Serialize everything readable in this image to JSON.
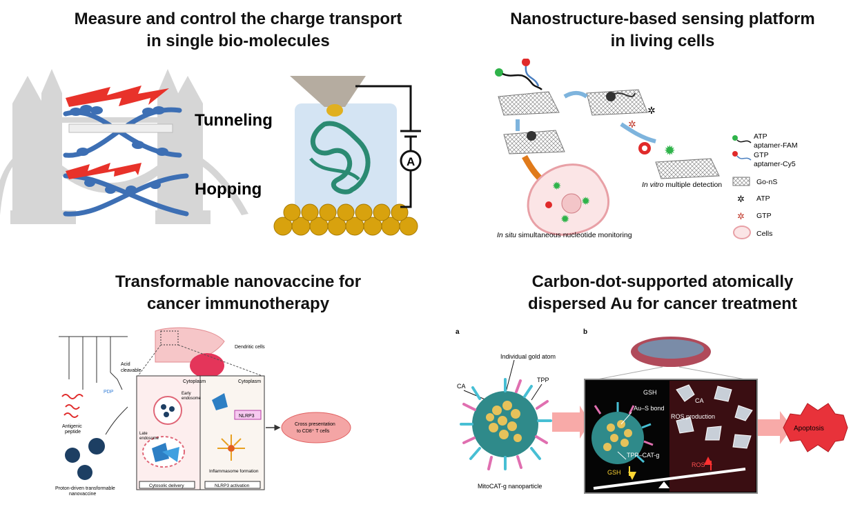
{
  "q1": {
    "title_l1": "Measure and control the charge transport",
    "title_l2": "in single bio-molecules",
    "tunneling": "Tunneling",
    "hopping": "Hopping",
    "meter": "A"
  },
  "q2": {
    "title_l1": "Nanostructure-based sensing platform",
    "title_l2": "in living cells",
    "insitu_a": "In situ",
    "insitu_b": " simultaneous nucleotide monitoring",
    "invitro_a": "In vitro",
    "invitro_b": " multiple detection",
    "legend": {
      "atp_l1": "ATP",
      "atp_l2": "aptamer-FAM",
      "gtp_l1": "GTP",
      "gtp_l2": "aptamer-Cy5",
      "gons": "Go-nS",
      "atp": "ATP",
      "gtp": "GTP",
      "cells": "Cells"
    }
  },
  "q3": {
    "title_l1": "Transformable nanovaccine for",
    "title_l2": "cancer immunotherapy",
    "acid_l1": "Acid",
    "acid_l2": "cleavable",
    "pdp": "PDP",
    "antigenic_l1": "Antigenic",
    "antigenic_l2": "peptide",
    "proton_l1": "Proton-driven transformable",
    "proton_l2": "nanovaccine",
    "dendritic": "Dendritic cells",
    "cytoplasm_left": "Cytoplasm",
    "cytoplasm_right": "Cytoplasm",
    "early_l1": "Early",
    "early_l2": "endosome",
    "late_l1": "Late",
    "late_l2": "endosome",
    "nlrp3": "NLRP3",
    "inflammasome": "Inflammasome formation",
    "cytosolic": "Cytosolic delivery",
    "nlrp3_activation": "NLRP3 activation",
    "cross_l1": "Cross presentation",
    "cross_l2": "to CD8⁺ T cells"
  },
  "q4": {
    "title_l1": "Carbon-dot-supported atomically",
    "title_l2": "dispersed Au for cancer treatment",
    "panel_a": "a",
    "panel_b": "b",
    "gold_atom": "Individual gold atom",
    "ca": "CA",
    "tpp": "TPP",
    "mitocat": "MitoCAT-g nanoparticle",
    "gsh": "GSH",
    "aus": "Au–S bond",
    "ca_b": "CA",
    "ros_production": "ROS production",
    "tppcat": "TPP–CAT-g",
    "gsh_low": "GSH",
    "ros": "ROS",
    "apoptosis": "Apoptosis"
  }
}
